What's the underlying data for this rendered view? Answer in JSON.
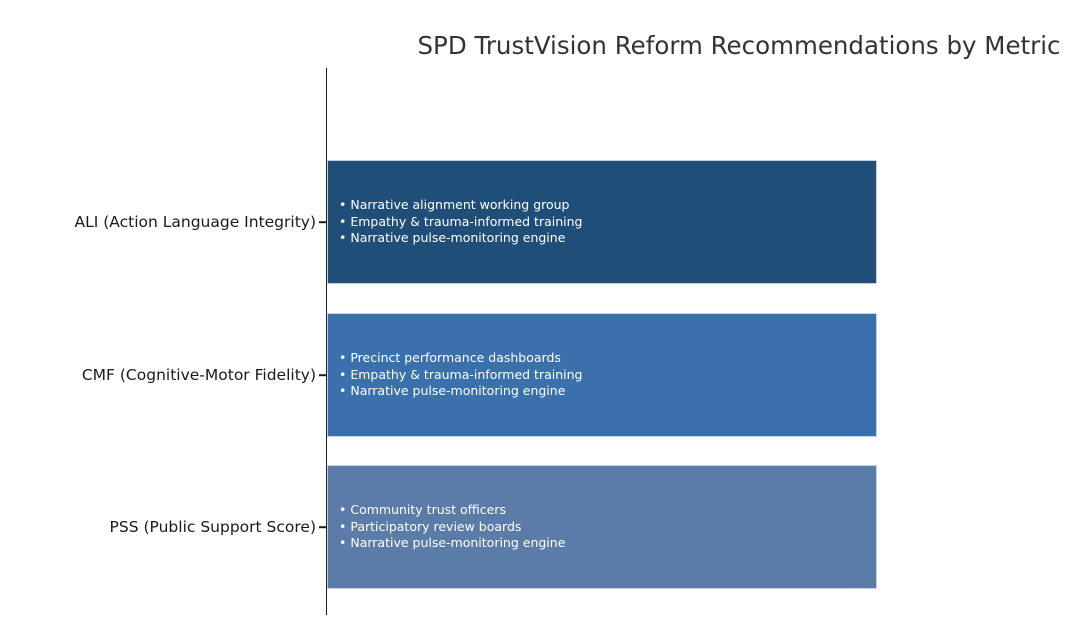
{
  "chart_data": {
    "type": "bar",
    "orientation": "horizontal",
    "title": "SPD TrustVision Reform Recommendations by Metric",
    "categories": [
      "ALI (Action Language Integrity)",
      "CMF (Cognitive-Motor Fidelity)",
      "PSS (Public Support Score)"
    ],
    "values": [
      3,
      3,
      3
    ],
    "xlabel": "",
    "ylabel": "",
    "grid": false,
    "legend": false,
    "axis_color": "#1f1f1f",
    "title_color": "#333333",
    "bar_edge_color": "#c6d2e0",
    "bar_text_color": "#ffffff",
    "bars": [
      {
        "category": "ALI (Action Language Integrity)",
        "color": "#1F4E79",
        "items": [
          "• Narrative alignment working group",
          "• Empathy & trauma-informed training",
          "• Narrative pulse-monitoring engine"
        ]
      },
      {
        "category": "CMF (Cognitive-Motor Fidelity)",
        "color": "#3A70AC",
        "items": [
          "• Precinct performance dashboards",
          "• Empathy & trauma-informed training",
          "• Narrative pulse-monitoring engine"
        ]
      },
      {
        "category": "PSS (Public Support Score)",
        "color": "#5B7CA8",
        "items": [
          "• Community trust officers",
          "• Participatory review boards",
          "• Narrative pulse-monitoring engine"
        ]
      }
    ]
  }
}
